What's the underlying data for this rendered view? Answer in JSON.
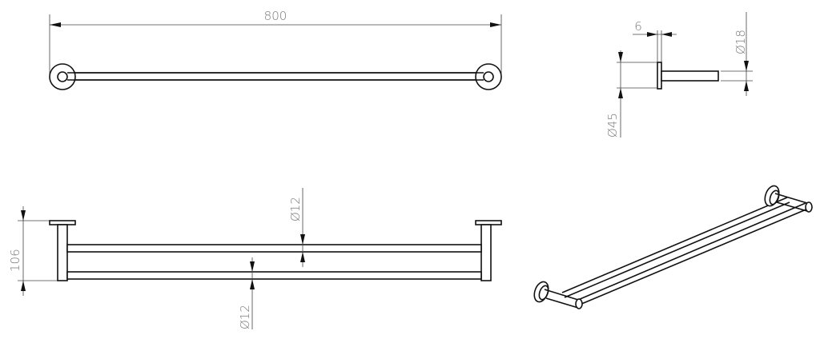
{
  "drawing": {
    "top_view": {
      "length_dim": "800"
    },
    "side_view": {
      "flange_thickness_dim": "6",
      "rod_diameter_dim": "Ø18",
      "flange_diameter_dim": "Ø45"
    },
    "front_view": {
      "height_dim": "106",
      "upper_bar_diameter_dim": "Ø12",
      "lower_bar_diameter_dim": "Ø12"
    },
    "iso_view": {}
  },
  "colors": {
    "line": "#111111",
    "dimension_text": "#777777",
    "background": "#ffffff"
  }
}
